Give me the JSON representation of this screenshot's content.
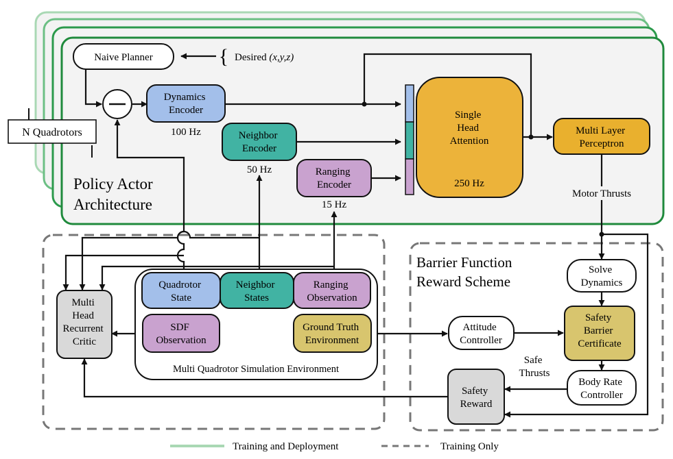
{
  "colors": {
    "stack_green": "#1f8a3c",
    "stack_green_light": "#a9d8b4",
    "panel_fill": "#f3f3f3",
    "dynamics_blue": "#a3bfea",
    "neighbor_teal": "#41b3a3",
    "ranging_purple": "#c9a2cf",
    "attention_orange": "#ecb33a",
    "mlp_orange": "#e9b02e",
    "truth_yellow": "#d8c56e",
    "critic_gray": "#d9d9d9"
  },
  "actor": {
    "naive_planner": "Naive Planner",
    "desired_label": "Desired",
    "desired_vars": "(x,y,z)",
    "n_quadrotors": "N Quadrotors",
    "dynamics_encoder": [
      "Dynamics",
      "Encoder"
    ],
    "dynamics_rate": "100 Hz",
    "neighbor_encoder": [
      "Neighbor",
      "Encoder"
    ],
    "neighbor_rate": "50 Hz",
    "ranging_encoder": [
      "Ranging",
      "Encoder"
    ],
    "ranging_rate": "15 Hz",
    "attention": [
      "Single",
      "Head",
      "Attention"
    ],
    "attention_rate": "250 Hz",
    "mlp": [
      "Multi Layer",
      "Perceptron"
    ],
    "title": [
      "Policy Actor",
      "Architecture"
    ],
    "motor_thrusts": "Motor Thrusts"
  },
  "simulation": {
    "quadrotor_state": [
      "Quadrotor",
      "State"
    ],
    "neighbor_states": [
      "Neighbor",
      "States"
    ],
    "ranging_observation": [
      "Ranging",
      "Observation"
    ],
    "sdf_observation": [
      "SDF",
      "Observation"
    ],
    "ground_truth": [
      "Ground Truth",
      "Environment"
    ],
    "env_label": "Multi Quadrotor Simulation Environment",
    "critic": [
      "Multi",
      "Head",
      "Recurrent",
      "Critic"
    ]
  },
  "barrier": {
    "title": [
      "Barrier Function",
      "Reward Scheme"
    ],
    "solve_dynamics": [
      "Solve",
      "Dynamics"
    ],
    "attitude_controller": [
      "Attitude",
      "Controller"
    ],
    "safety_barrier": [
      "Safety",
      "Barrier",
      "Certificate"
    ],
    "safe_thrusts": [
      "Safe",
      "Thrusts"
    ],
    "body_rate": [
      "Body Rate",
      "Controller"
    ],
    "safety_reward": [
      "Safety",
      "Reward"
    ]
  },
  "legend": {
    "training_deployment": "Training and Deployment",
    "training_only": "Training Only"
  }
}
